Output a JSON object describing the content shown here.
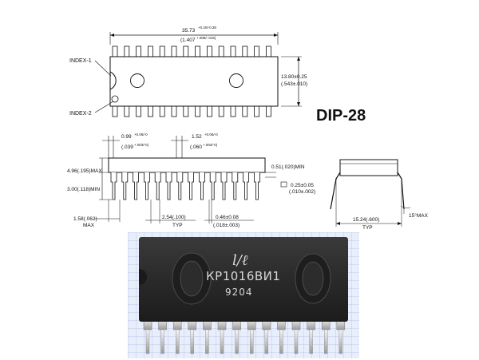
{
  "package": {
    "name": "DIP-28",
    "index_labels": [
      "INDEX-1",
      "INDEX-2"
    ]
  },
  "top_view": {
    "length": {
      "mm": "35.73",
      "tol_mm": "+0.20/-0.38",
      "in": "(1.407",
      "tol_in": "+.008/-.015)"
    },
    "width": {
      "mm": "13.80±0.25",
      "in": "(.543±.010)"
    }
  },
  "side_view": {
    "shoulder_width": {
      "mm": "0.99",
      "tol_mm": "+0.06/-0",
      "in": "(.039",
      "tol_in": "+.003/-0)"
    },
    "pin_width": {
      "mm": "1.52",
      "tol_mm": "+0.06/-0",
      "in": "(.060",
      "tol_in": "+.003/-0)"
    },
    "height_max": "4.96(.195)MAX",
    "seating_min": "3.00(.118)MIN",
    "standoff_min": "0.51(.020)MIN",
    "lead_thickness": {
      "mm": "0.25±0.05",
      "in": "(.010±.002)"
    },
    "end_offset": {
      "mm": "1.58(.062)",
      "note": "MAX"
    },
    "pitch": {
      "mm": "2.54(.100)",
      "note": "TYP"
    },
    "lead_width": {
      "mm": "0.46±0.08",
      "in": "(.018±.003)"
    }
  },
  "end_view": {
    "row_spacing": {
      "mm": "15.24(.600)",
      "note": "TYP"
    },
    "angle": "15°MAX"
  },
  "photo": {
    "logo": "l/ℓ",
    "part_number": "КР1016ВИ1",
    "date_code": "9204"
  },
  "colors": {
    "line": "#111111",
    "chip_body": "#2a2a2a",
    "grid_paper": "#e9eefb",
    "grid_line": "#8fa6e0",
    "pin_metal": "#cfcfcf"
  }
}
